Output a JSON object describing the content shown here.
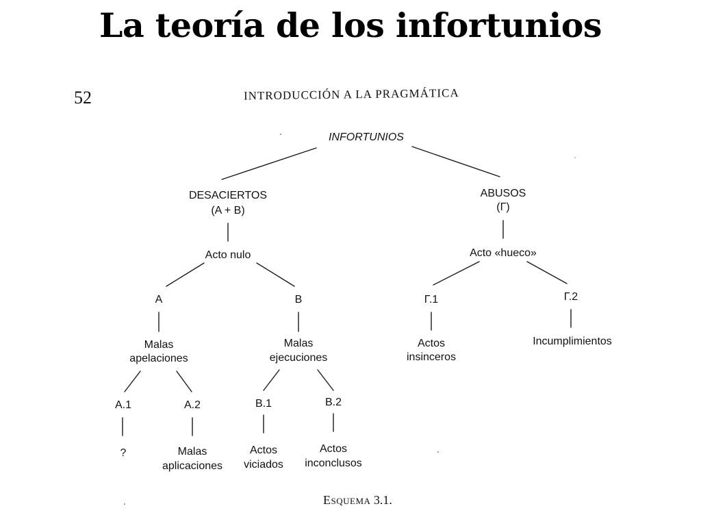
{
  "slide": {
    "title": "La teoría de los infortunios"
  },
  "scan": {
    "page_number": "52",
    "running_head": "INTRODUCCIÓN A LA PRAGMÁTICA",
    "caption_word": "Esquema",
    "caption_number": " 3.1."
  },
  "diagram": {
    "root": "INFORTUNIOS",
    "desaciertos": {
      "name": "DESACIERTOS",
      "code": "(A + B)"
    },
    "abusos": {
      "name": "ABUSOS",
      "code": "(Γ)"
    },
    "acto_nulo": "Acto nulo",
    "acto_hueco": "Acto «hueco»",
    "a": "A",
    "b": "B",
    "g1": "Γ.1",
    "g2": "Γ.2",
    "malas_apelaciones": [
      "Malas",
      "apelaciones"
    ],
    "malas_ejecuciones": [
      "Malas",
      "ejecuciones"
    ],
    "actos_insinceros": [
      "Actos",
      "insinceros"
    ],
    "incumplimientos": "Incumplimientos",
    "a1": "A.1",
    "a2": "A.2",
    "b1": "B.1",
    "b2": "B.2",
    "a1_result": "?",
    "malas_aplicaciones": [
      "Malas",
      "aplicaciones"
    ],
    "actos_viciados": [
      "Actos",
      "viciados"
    ],
    "actos_inconclusos": [
      "Actos",
      "inconclusos"
    ]
  }
}
